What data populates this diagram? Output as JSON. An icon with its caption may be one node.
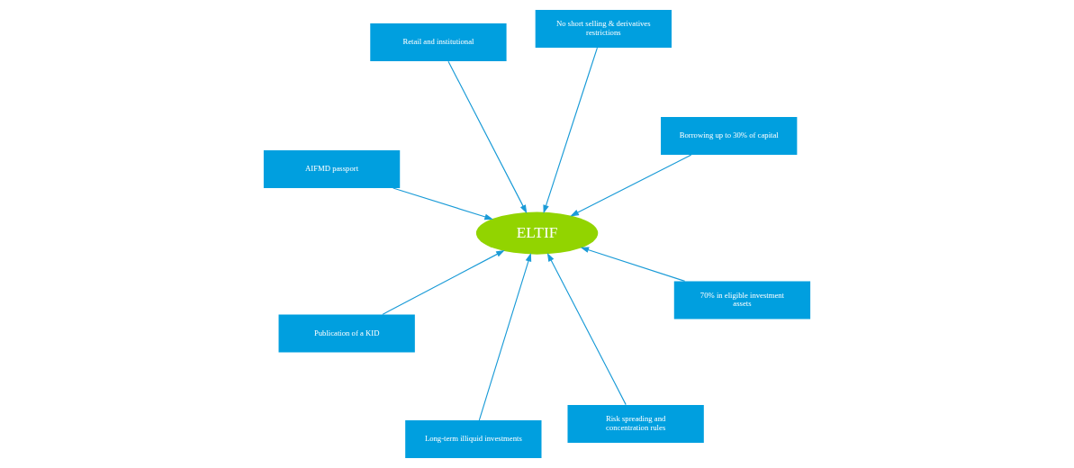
{
  "diagram": {
    "nodes": [
      {
        "text": [
          "AIFMD passport"
        ]
      },
      {
        "text": [
          "Borrowing up to 30% of capital"
        ]
      },
      {
        "text": [
          "Long-term illiquid investments"
        ]
      },
      {
        "text": [
          "ELTIF"
        ]
      },
      {
        "text": [
          "No short selling & derivatives restrictions"
        ]
      },
      {
        "text": [
          "Retail and institutional"
        ]
      },
      {
        "text": [
          "Publication of a KID"
        ]
      },
      {
        "text": [
          "70% in eligible investment assets"
        ]
      },
      {
        "text": [
          "Risk spreading and concentration rules"
        ]
      }
    ],
    "edges": [
      {
        "from": 0,
        "to": 3,
        "arrow": "to"
      },
      {
        "from": 1,
        "to": 3,
        "arrow": "to"
      },
      {
        "from": 2,
        "to": 3,
        "arrow": "to"
      },
      {
        "from": 4,
        "to": 3,
        "arrow": "to"
      },
      {
        "from": 5,
        "to": 3,
        "arrow": "to"
      },
      {
        "from": 6,
        "to": 3,
        "arrow": "to"
      },
      {
        "from": 7,
        "to": 3,
        "arrow": "to"
      },
      {
        "from": 8,
        "to": 3,
        "arrow": "to"
      }
    ]
  }
}
